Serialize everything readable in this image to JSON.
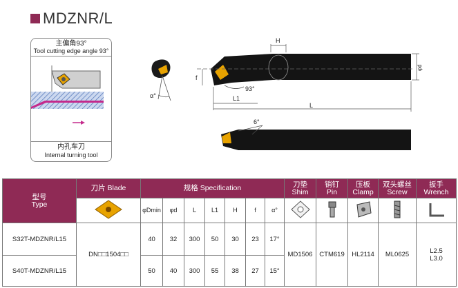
{
  "title": "MDZNR/L",
  "diagram": {
    "angle_cn": "主偏角93°",
    "angle_en": "Tool cutting edge angle 93°",
    "turning_cn": "内孔车刀",
    "turning_en": "Internal turning tool"
  },
  "drawing_labels": {
    "H": "H",
    "phi_d": "φd",
    "f": "f",
    "angle93": "93°",
    "L1": "L1",
    "L": "L",
    "alpha": "α°",
    "six": "6°"
  },
  "table": {
    "type_cn": "型号",
    "type_en": "Type",
    "blade": "刀片 Blade",
    "spec": "规格 Specification",
    "shim_cn": "刀垫",
    "shim_en": "Shim",
    "pin_cn": "销钉",
    "pin_en": "Pin",
    "clamp_cn": "压板",
    "clamp_en": "Clamp",
    "screw_cn": "双头螺丝",
    "screw_en": "Screw",
    "wrench_cn": "扳手",
    "wrench_en": "Wrench",
    "cols": [
      "φDmin",
      "φd",
      "L",
      "L1",
      "H",
      "f",
      "α°"
    ],
    "blade_code": "DN□□1504□□",
    "shim": "MD1506",
    "pin": "CTM619",
    "clamp": "HL2114",
    "screw": "ML0625",
    "wrench1": "L2.5",
    "wrench2": "L3.0",
    "rows": [
      {
        "type": "S32T-MDZNR/L15",
        "vals": [
          "40",
          "32",
          "300",
          "50",
          "30",
          "23",
          "17°"
        ]
      },
      {
        "type": "S40T-MDZNR/L15",
        "vals": [
          "50",
          "40",
          "300",
          "55",
          "38",
          "27",
          "15°"
        ]
      }
    ]
  }
}
